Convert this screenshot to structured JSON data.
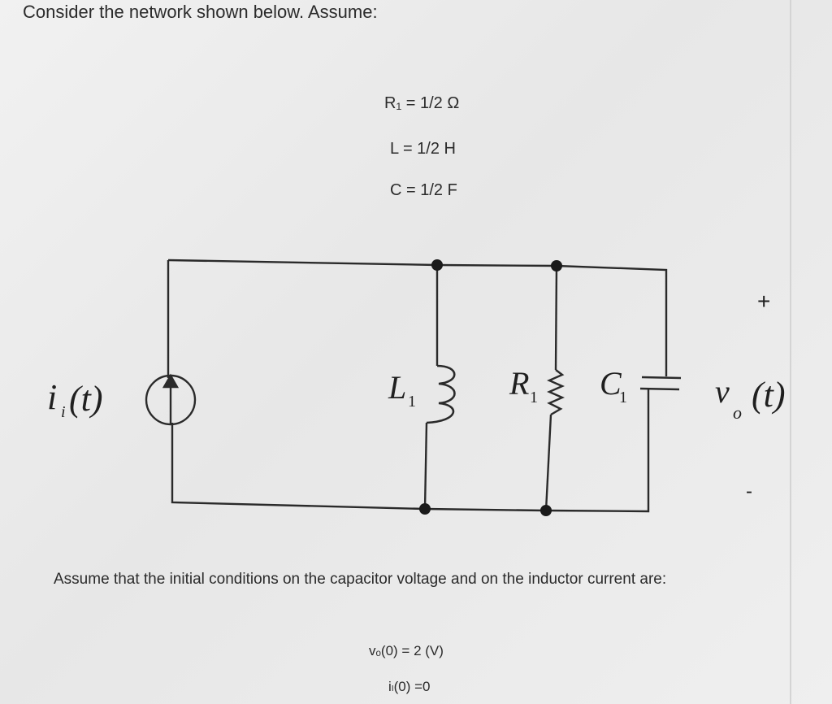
{
  "heading": "Consider the network shown below. Assume:",
  "parameters": {
    "r1": "R₁ = 1/2 Ω",
    "l": "L = 1/2 H",
    "c": "C = 1/2 F"
  },
  "circuit": {
    "source_label": "i",
    "source_sub": "i",
    "source_arg": "(t)",
    "inductor_label": "L",
    "inductor_sub": "1",
    "resistor_label": "R",
    "resistor_sub": "1",
    "capacitor_label": "C",
    "capacitor_sub": "1",
    "output_label": "v",
    "output_sub": "o",
    "output_arg": "(t)",
    "plus_sign": "+",
    "minus_sign": "-"
  },
  "initial_conditions_text": "Assume that the initial conditions on the capacitor voltage and on the inductor current are:",
  "initial_conditions": {
    "vo": "vₒ(0) = 2 (V)",
    "il": "iₗ(0) =0"
  }
}
